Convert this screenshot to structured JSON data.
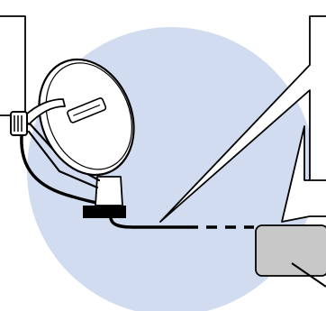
{
  "figure": {
    "type": "illustration",
    "colors": {
      "background": "#ffffff",
      "circle": "#d2dcf0",
      "dish": "#ffffff",
      "stroke": "#000000",
      "receiver_box": "#c8c8c8",
      "callout_fill": "#ffffff"
    },
    "elements": [
      "satellite-dish",
      "lnb",
      "mount-arm",
      "mount-pole",
      "mount-clamp",
      "cable",
      "receiver-box",
      "callout-left",
      "callout-right-top",
      "callout-right-bottom"
    ]
  }
}
